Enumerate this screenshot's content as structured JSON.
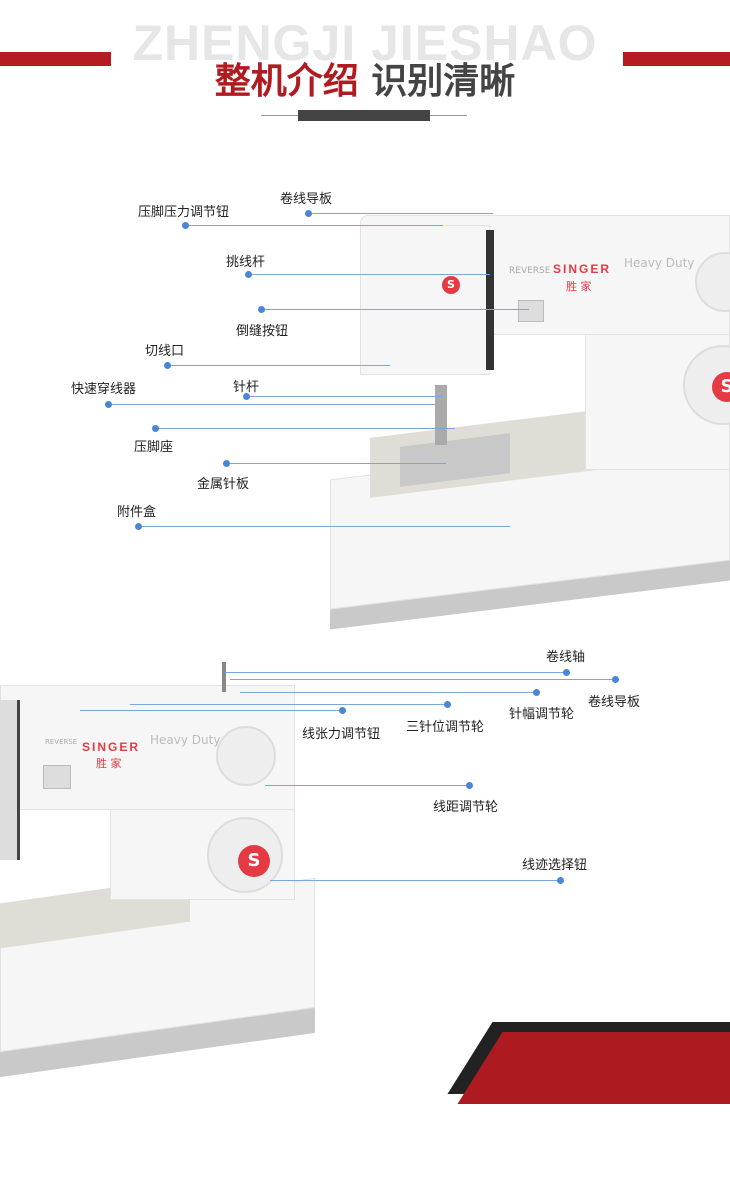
{
  "header": {
    "watermark": "ZHENGJI JIESHAO",
    "title_red": "整机介绍",
    "title_dark": "识别清晰"
  },
  "brand": {
    "name": "SINGER",
    "cn": "胜 家",
    "model": "Heavy Duty",
    "reverse": "REVERSE",
    "logo": "S"
  },
  "top_callouts": [
    "压脚压力调节钮",
    "卷线导板",
    "挑线杆",
    "倒缝按钮",
    "切线口",
    "快速穿线器",
    "针杆",
    "压脚座",
    "金属针板",
    "附件盒"
  ],
  "bottom_callouts": [
    "卷线轴",
    "卷线导板",
    "针幅调节轮",
    "三针位调节轮",
    "线张力调节钮",
    "线距调节轮",
    "线迹选择钮"
  ],
  "colors": {
    "red": "#b01b21",
    "line": "#7aa6dd",
    "dot": "#4a86d8"
  }
}
